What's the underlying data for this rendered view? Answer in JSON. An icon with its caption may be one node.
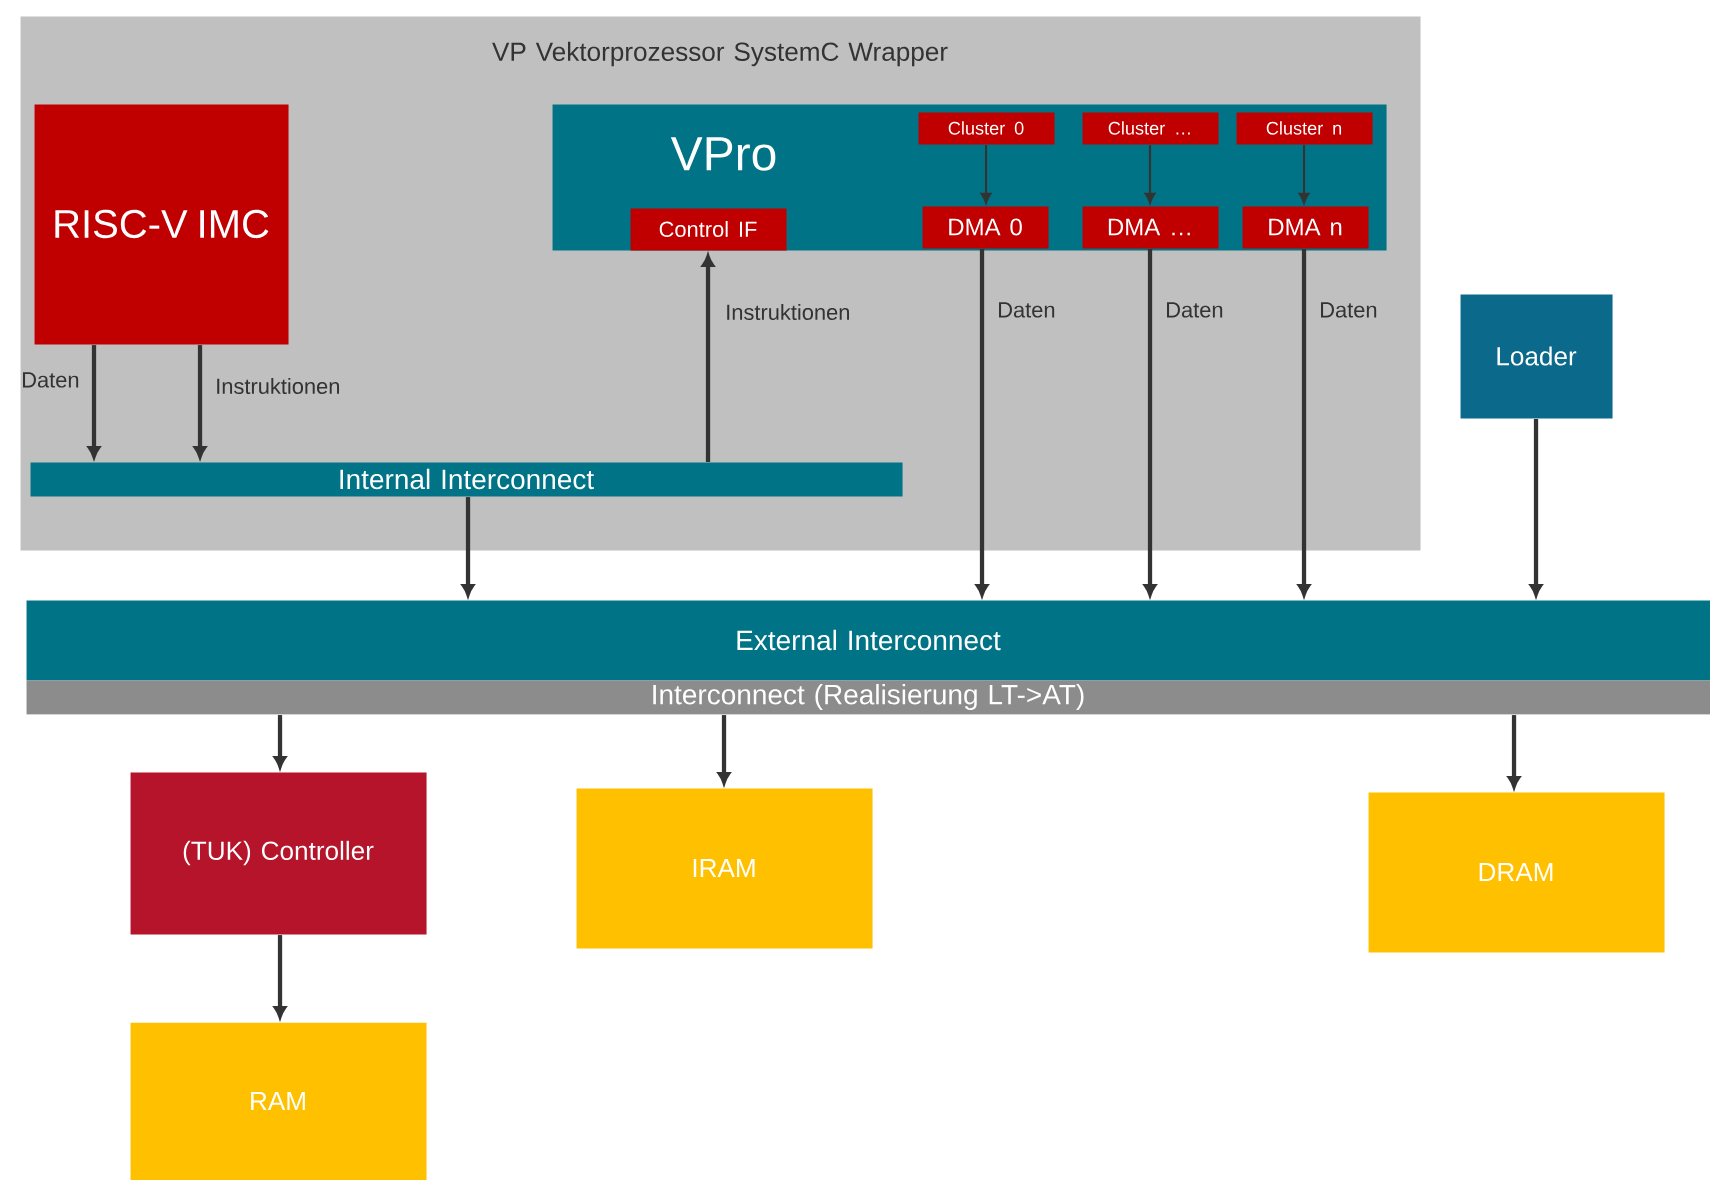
{
  "diagram": {
    "nodes": [
      {
        "text": [
          "VP Vektorprozessor SystemC Wrapper"
        ]
      },
      {
        "text": [
          "RISC-V IMC"
        ],
        "in": 0
      },
      {
        "text": [
          "VPro"
        ],
        "in": 0
      },
      {
        "text": [
          "Control IF"
        ],
        "in": 2
      },
      {
        "text": [
          "Cluster 0"
        ],
        "in": 2
      },
      {
        "text": [
          "Cluster …"
        ],
        "in": 2
      },
      {
        "text": [
          "Cluster n"
        ],
        "in": 2
      },
      {
        "text": [
          "DMA 0"
        ],
        "in": 2
      },
      {
        "text": [
          "DMA …"
        ],
        "in": 2
      },
      {
        "text": [
          "DMA n"
        ],
        "in": 2
      },
      {
        "text": [
          "Internal Interconnect"
        ],
        "in": 0
      },
      {
        "text": [
          "Loader"
        ]
      },
      {
        "text": [
          "External Interconnect"
        ]
      },
      {
        "text": [
          "Interconnect (Realisierung LT->AT)"
        ]
      },
      {
        "text": [
          "(TUK) Controller"
        ]
      },
      {
        "text": [
          "IRAM"
        ]
      },
      {
        "text": [
          "DRAM"
        ]
      },
      {
        "text": [
          "RAM"
        ]
      }
    ],
    "edges": [
      {
        "from": 1,
        "to": 10,
        "arrow": "to",
        "label": "Daten"
      },
      {
        "from": 1,
        "to": 10,
        "arrow": "to",
        "label": "Instruktionen"
      },
      {
        "from": 10,
        "to": 3,
        "arrow": "to",
        "label": "Instruktionen"
      },
      {
        "from": 4,
        "to": 7,
        "arrow": "to"
      },
      {
        "from": 5,
        "to": 8,
        "arrow": "to"
      },
      {
        "from": 6,
        "to": 9,
        "arrow": "to"
      },
      {
        "from": 10,
        "to": 12,
        "arrow": "to"
      },
      {
        "from": 7,
        "to": 12,
        "arrow": "to",
        "label": "Daten"
      },
      {
        "from": 8,
        "to": 12,
        "arrow": "to",
        "label": "Daten"
      },
      {
        "from": 9,
        "to": 12,
        "arrow": "to",
        "label": "Daten"
      },
      {
        "from": 11,
        "to": 12,
        "arrow": "to"
      },
      {
        "from": 13,
        "to": 14,
        "arrow": "to"
      },
      {
        "from": 13,
        "to": 15,
        "arrow": "to"
      },
      {
        "from": 13,
        "to": 16,
        "arrow": "to"
      },
      {
        "from": 14,
        "to": 17,
        "arrow": "to"
      }
    ]
  }
}
